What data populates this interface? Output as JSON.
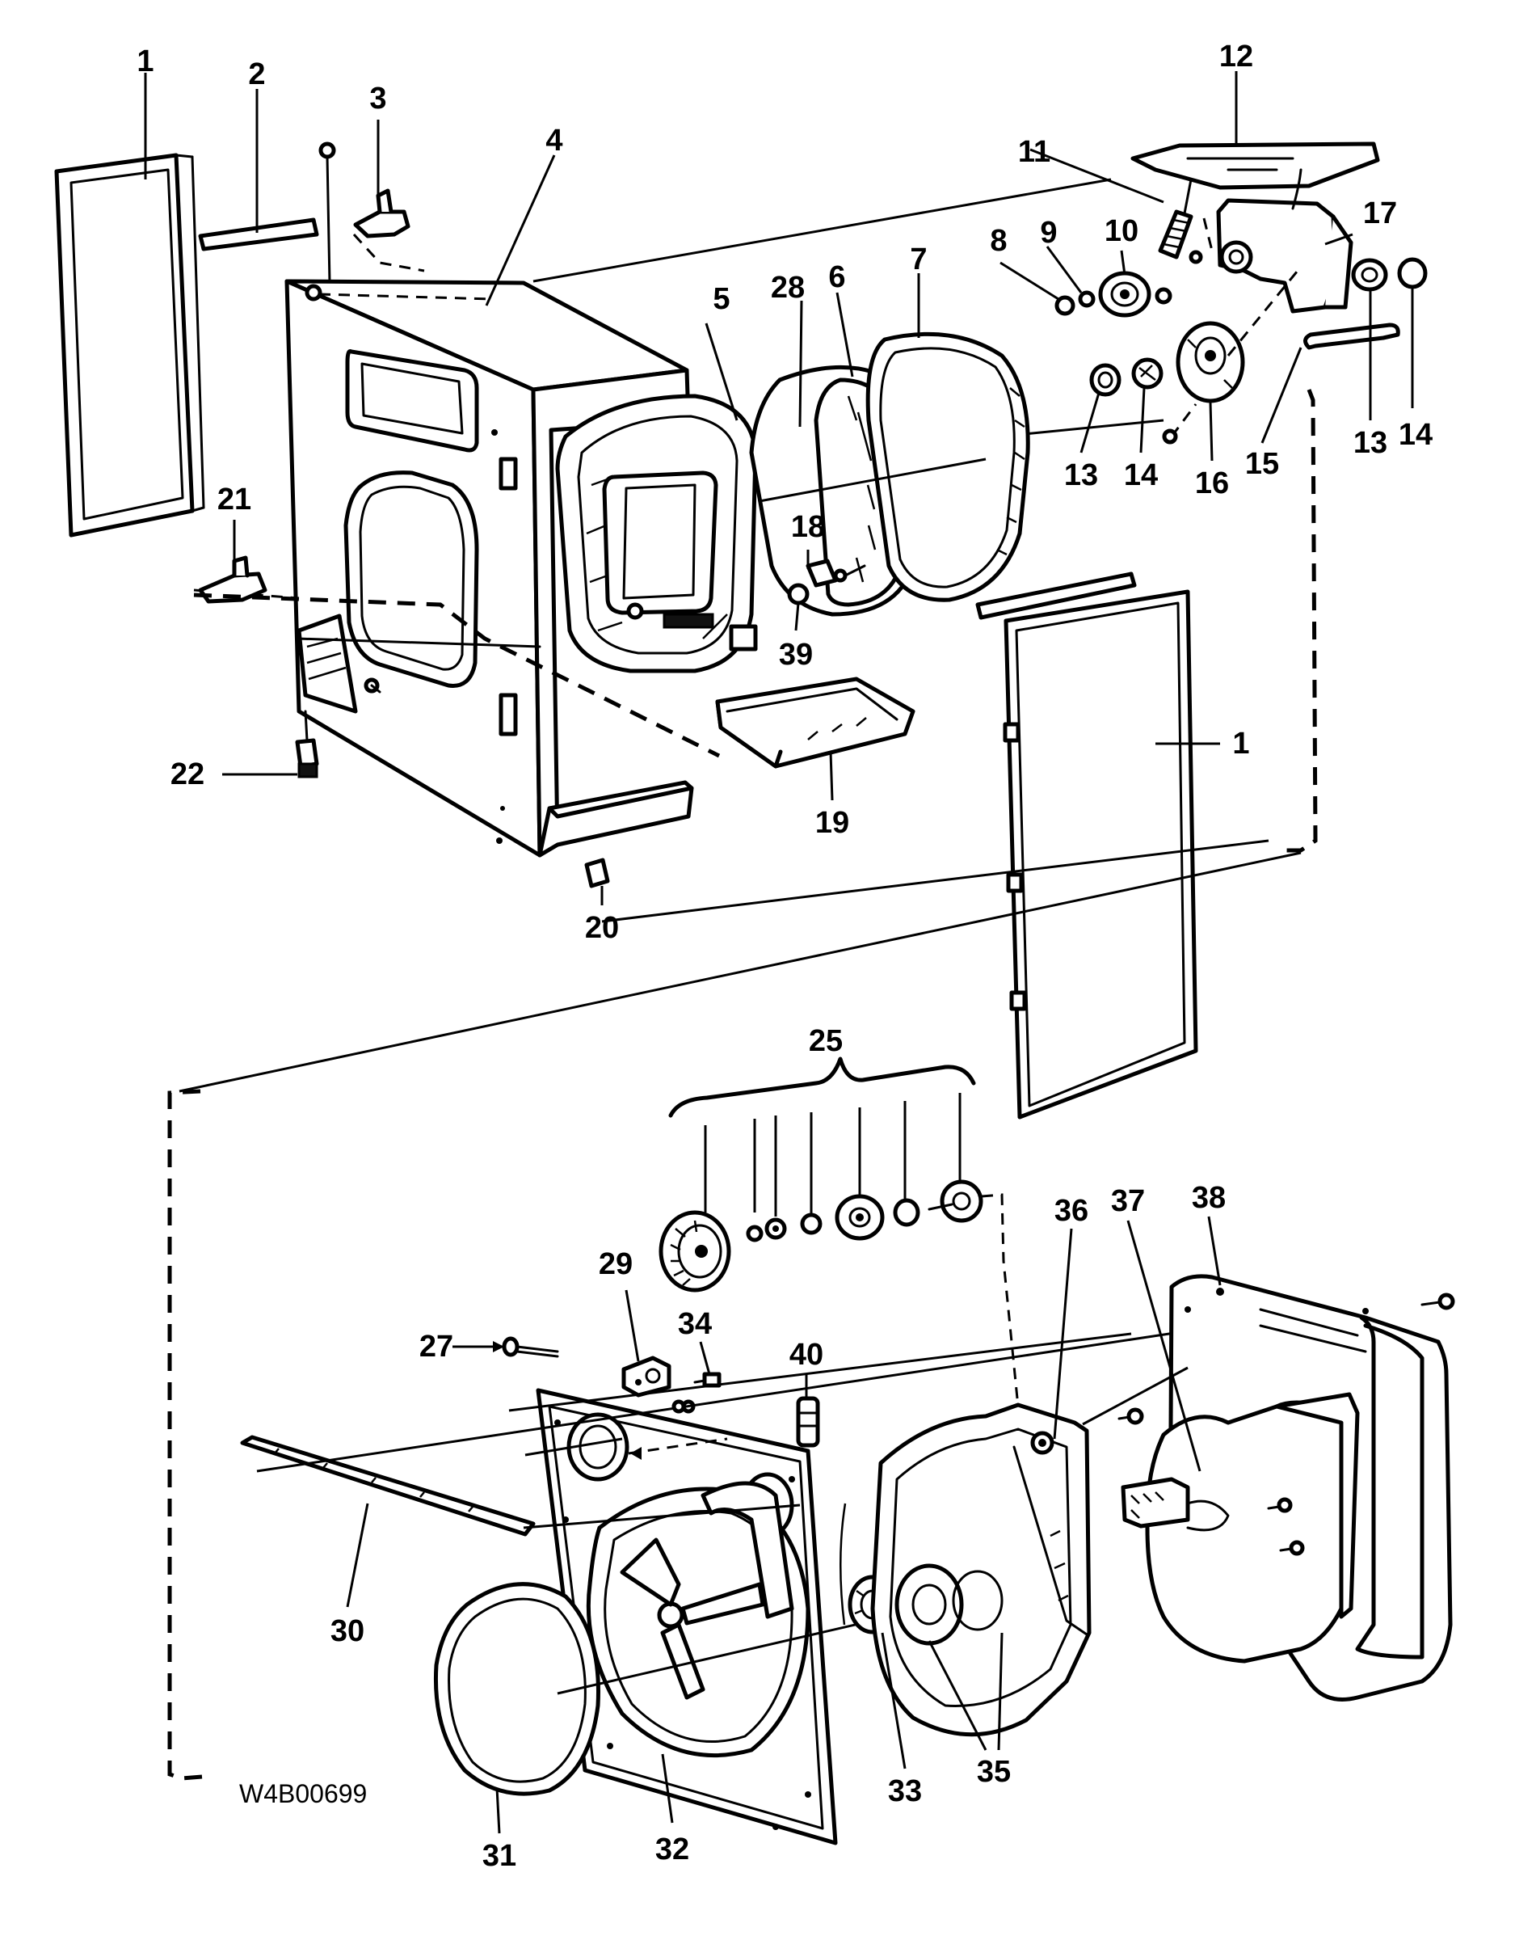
{
  "figure_code": "W4B00699",
  "colors": {
    "line": "#000000",
    "background": "#ffffff"
  },
  "callouts": [
    {
      "id": "p1a",
      "label": "1"
    },
    {
      "id": "p2",
      "label": "2"
    },
    {
      "id": "p3",
      "label": "3"
    },
    {
      "id": "p4",
      "label": "4"
    },
    {
      "id": "p5",
      "label": "5"
    },
    {
      "id": "p28",
      "label": "28"
    },
    {
      "id": "p6",
      "label": "6"
    },
    {
      "id": "p7",
      "label": "7"
    },
    {
      "id": "p8",
      "label": "8"
    },
    {
      "id": "p9",
      "label": "9"
    },
    {
      "id": "p10",
      "label": "10"
    },
    {
      "id": "p11",
      "label": "11"
    },
    {
      "id": "p12",
      "label": "12"
    },
    {
      "id": "p17",
      "label": "17"
    },
    {
      "id": "p13a",
      "label": "13"
    },
    {
      "id": "p14a",
      "label": "14"
    },
    {
      "id": "p13b",
      "label": "13"
    },
    {
      "id": "p14b",
      "label": "14"
    },
    {
      "id": "p16",
      "label": "16"
    },
    {
      "id": "p15",
      "label": "15"
    },
    {
      "id": "p18",
      "label": "18"
    },
    {
      "id": "p39",
      "label": "39"
    },
    {
      "id": "p21",
      "label": "21"
    },
    {
      "id": "p22",
      "label": "22"
    },
    {
      "id": "p19",
      "label": "19"
    },
    {
      "id": "p20",
      "label": "20"
    },
    {
      "id": "p1b",
      "label": "1"
    },
    {
      "id": "p25",
      "label": "25"
    },
    {
      "id": "p29",
      "label": "29"
    },
    {
      "id": "p27",
      "label": "27"
    },
    {
      "id": "p34",
      "label": "34"
    },
    {
      "id": "p40",
      "label": "40"
    },
    {
      "id": "p36",
      "label": "36"
    },
    {
      "id": "p37",
      "label": "37"
    },
    {
      "id": "p38",
      "label": "38"
    },
    {
      "id": "p30",
      "label": "30"
    },
    {
      "id": "p31",
      "label": "31"
    },
    {
      "id": "p32",
      "label": "32"
    },
    {
      "id": "p33",
      "label": "33"
    },
    {
      "id": "p35",
      "label": "35"
    }
  ]
}
